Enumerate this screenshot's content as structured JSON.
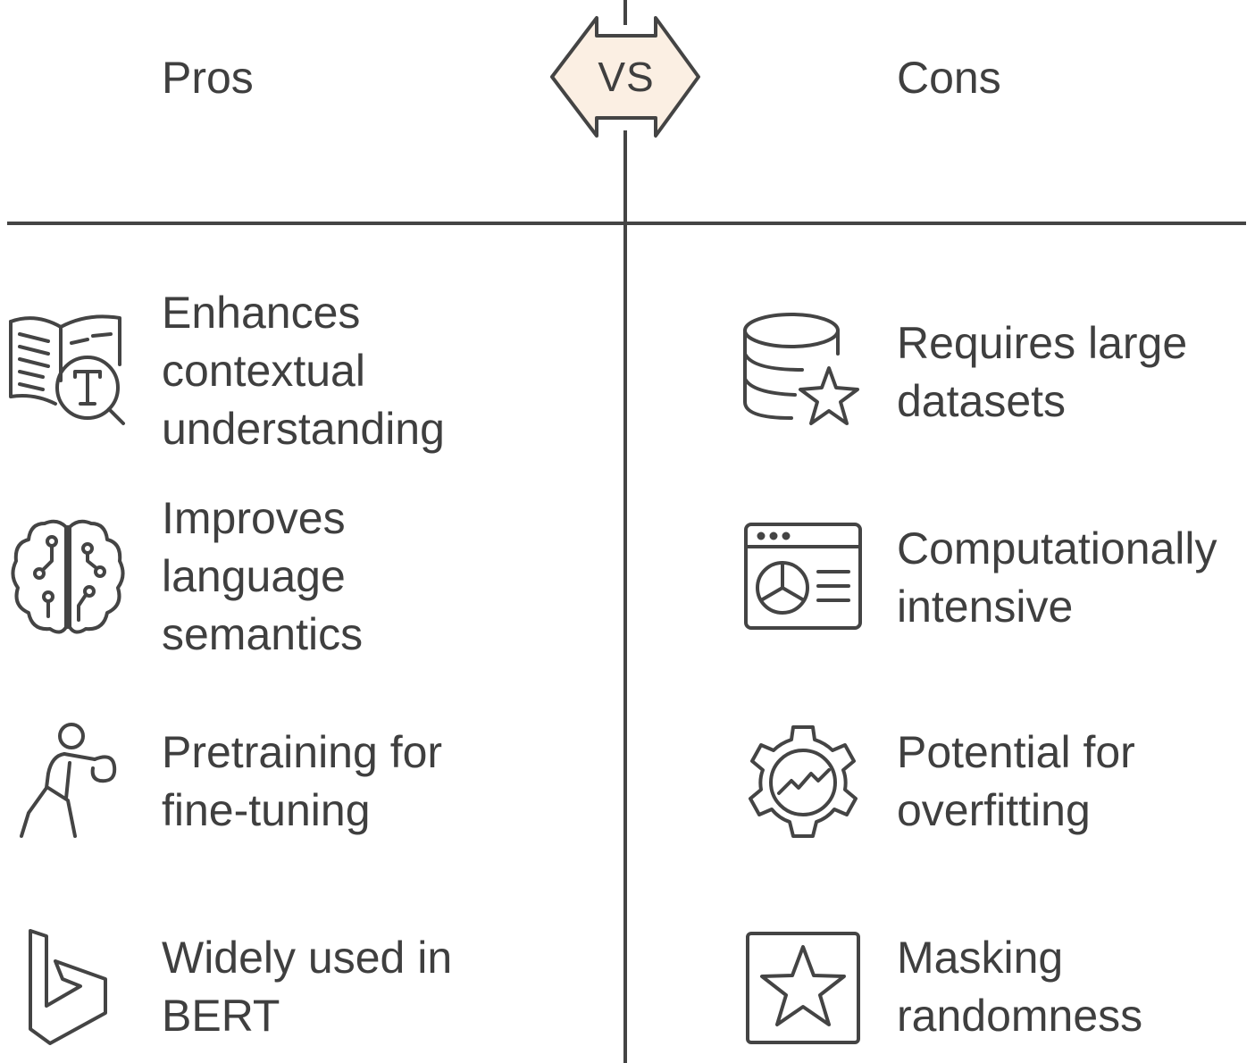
{
  "header": {
    "pros_label": "Pros",
    "vs_label": "VS",
    "cons_label": "Cons"
  },
  "colors": {
    "line": "#444444",
    "text": "#3f3f3f",
    "vs_fill": "#fbefe3"
  },
  "pros": [
    {
      "text": "Enhances\ncontextual\nunderstanding",
      "icon": "book-magnifier-icon"
    },
    {
      "text": "Improves\nlanguage\nsemantics",
      "icon": "brain-circuit-icon"
    },
    {
      "text": "Pretraining for\nfine-tuning",
      "icon": "boxer-figure-icon"
    },
    {
      "text": "Widely used in\nBERT",
      "icon": "bing-logo-icon"
    }
  ],
  "cons": [
    {
      "text": "Requires large\ndatasets",
      "icon": "database-star-icon"
    },
    {
      "text": "Computationally\nintensive",
      "icon": "dashboard-window-icon"
    },
    {
      "text": "Potential for\noverfitting",
      "icon": "gear-chart-icon"
    },
    {
      "text": "Masking\nrandomness",
      "icon": "star-frame-icon"
    }
  ]
}
